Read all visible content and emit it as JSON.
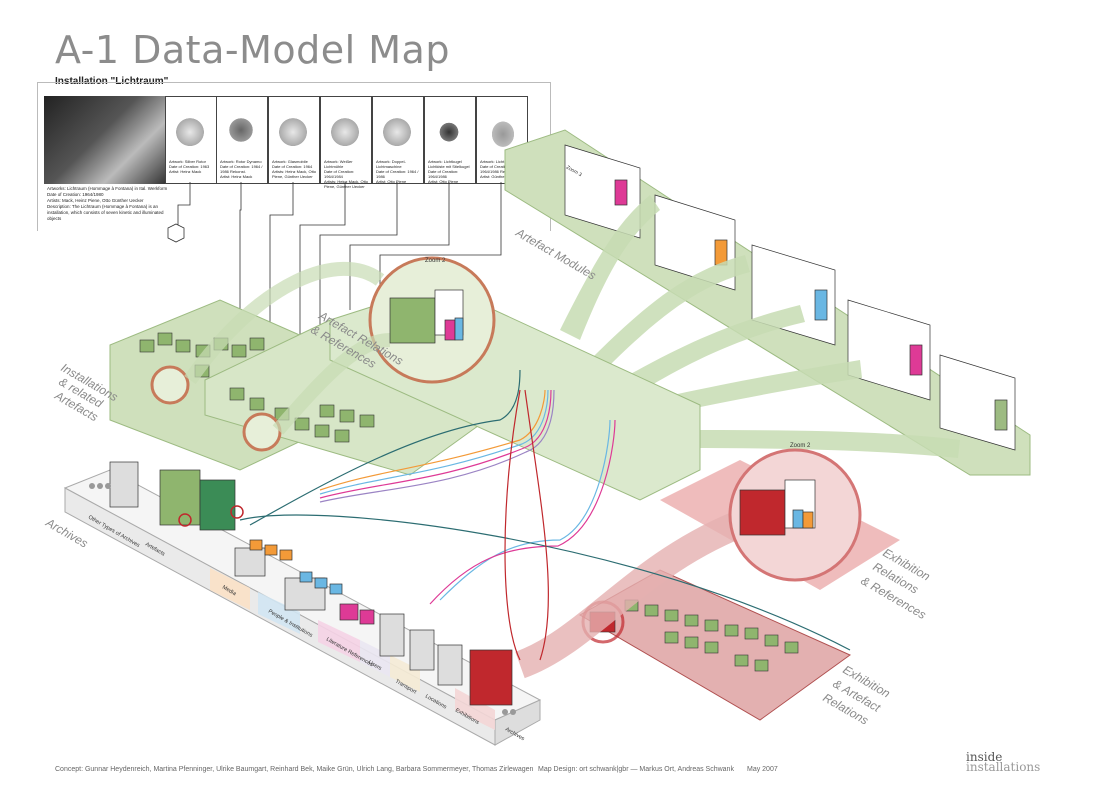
{
  "title": "A-1  Data-Model Map",
  "installation_label": "Installation \"Lichtraum\"",
  "installation_caption": "Artworks: Lichtraum (Hommage à Fontana) in Ital. Werkform\nDate of Creation: 1964/1980\nArtists: Mack, Heinz Piene, Otto Günther Uecker\nDescription: The Lichtraum (Hommage à Fontana) is an installation, which consists of seven kinetic and illuminated objects",
  "objects": [
    {
      "caption": "Artwork: Silber Rotor\nDate of Creation: 1963\nArtist: Heinz Mack"
    },
    {
      "caption": "Artwork: Rotor Dynamo\nDate of Creation: 1964 / 1986 Rekonst.\nArtist: Heinz Mack"
    },
    {
      "caption": "Artwork: Glasmobile\nDate of Creation: 1964\nArtists: Heinz Mack, Otto Piene, Günther Uecker"
    },
    {
      "caption": "Artwork: Weißer Lichtmühle\nDate of Creation: 1964/1984\nArtists: Heinz Mack, Otto Piene, Günther Uecker"
    },
    {
      "caption": "Artwork: Doppel-Lichtmaschine\nDate of Creation: 1964 / 1986\nArtist: Otto Piene"
    },
    {
      "caption": "Artwork: Lichtkugel\nLichtkiste mit Stielkugel\nDate of Creation: 1964/1986\nArtist: Otto Piene"
    },
    {
      "caption": "Artwork: Lichtscheibe\nDate of Creation: 1964/1986 Rekonst.\nArtist: Günther Uecker"
    }
  ],
  "region_labels": {
    "artefact_modules": "Artefact Modules",
    "installations": [
      "Installations",
      "& related",
      "Artefacts"
    ],
    "artefact_relations": [
      "Artefact Relations",
      "& References"
    ],
    "exhibition_relations": [
      "Exhibition",
      "Relations",
      "& References"
    ],
    "exhibition_artefact_relations": [
      "Exhibition",
      "& Artefact",
      "Relations"
    ],
    "archives": "Archives",
    "zoom2a": "Zoom 2",
    "zoom2b": "Zoom 2",
    "zoom3": "Zoom 3"
  },
  "archive_sections": [
    {
      "label": "Other Types of Archives",
      "color": "#f0f0f0"
    },
    {
      "label": "Artefacts",
      "color": "#d8e8c8"
    },
    {
      "label": "Media",
      "color": "#fbe1c6"
    },
    {
      "label": "People & Institutions",
      "color": "#d2e6f3"
    },
    {
      "label": "Literature References",
      "color": "#f6d3e6"
    },
    {
      "label": "Users",
      "color": "#ebe7f2"
    },
    {
      "label": "Transport",
      "color": "#f6ecd6"
    },
    {
      "label": "Locations",
      "color": "#f2f2f2"
    },
    {
      "label": "Exhibitions",
      "color": "#f4d7d7"
    }
  ],
  "archive_end_label": "Archives",
  "colors": {
    "green_plane": "#cfe0bc",
    "green_line": "#9dbb82",
    "red_plane": "#e3b0b0",
    "red_accent": "#c0282d",
    "orange": "#f39a38",
    "blue": "#6ab7e3",
    "magenta": "#de3a96",
    "title_gray": "#8c8c8c"
  },
  "footer": {
    "concept": "Concept: Gunnar Heydenreich, Martina Pfenninger, Ulrike Baumgart, Reinhard Bek, Maike Grün, Ulrich Lang, Barbara Sommermeyer, Thomas Zirlewagen",
    "design": "Map Design: ort schwank|gbr — Markus Ort, Andreas Schwank",
    "date": "May 2007"
  },
  "logo": {
    "line1": "inside",
    "line2": "installations"
  }
}
